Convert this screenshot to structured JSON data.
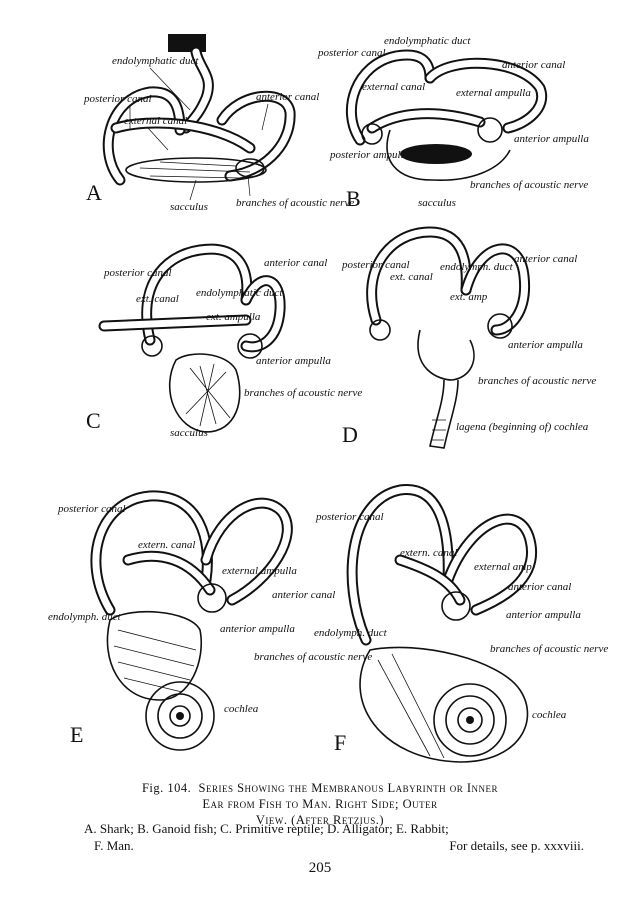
{
  "panels": [
    {
      "letter": "A",
      "labels": [
        "endolymphatic duct",
        "posterior canal",
        "external canal",
        "anterior canal",
        "sacculus",
        "branches of acoustic nerve"
      ]
    },
    {
      "letter": "B",
      "labels": [
        "endolymphatic duct",
        "posterior canal",
        "anterior canal",
        "external canal",
        "external ampulla",
        "posterior ampulla",
        "anterior ampulla",
        "branches of acoustic nerve",
        "sacculus"
      ]
    },
    {
      "letter": "C",
      "labels": [
        "posterior canal",
        "anterior canal",
        "ext. canal",
        "endolymphatic duct",
        "ext. ampulla",
        "anterior ampulla",
        "branches of acoustic nerve",
        "sacculus"
      ]
    },
    {
      "letter": "D",
      "labels": [
        "posterior canal",
        "ext. canal",
        "endolymph. duct",
        "anterior canal",
        "ext. amp",
        "anterior ampulla",
        "branches of acoustic nerve",
        "lagena (beginning of) cochlea"
      ]
    },
    {
      "letter": "E",
      "labels": [
        "posterior canal",
        "extern. canal",
        "external ampulla",
        "anterior canal",
        "endolymph. duct",
        "anterior ampulla",
        "branches of acoustic nerve",
        "cochlea"
      ]
    },
    {
      "letter": "F",
      "labels": [
        "posterior canal",
        "extern. canal",
        "external amp.",
        "anterior canal",
        "endolymph. duct",
        "anterior ampulla",
        "branches of acoustic nerve",
        "cochlea"
      ]
    }
  ],
  "caption": {
    "fig": "Fig. 104.",
    "line1": "Series Showing the Membranous Labyrinth or Inner",
    "line2": "Ear from Fish to Man.  Right Side; Outer",
    "line3": "View.   (After Retzius.)"
  },
  "legend": {
    "line1": "A. Shark; B. Ganoid fish; C. Primitive reptile; D. Alligator; E. Rabbit;",
    "line2_left": "F. Man.",
    "line2_right": "For details, see p. xxxviii."
  },
  "page_number": "205"
}
